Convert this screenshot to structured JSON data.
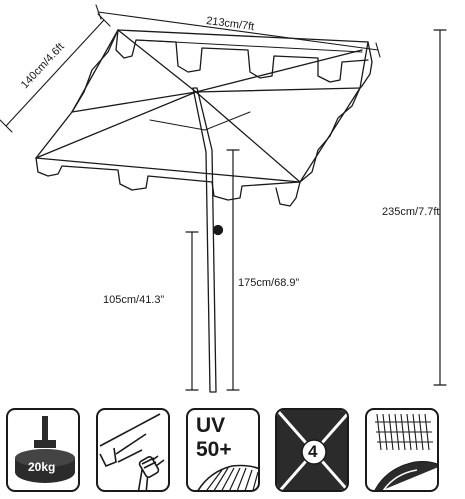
{
  "dimensions": {
    "width": "213cm/7ft",
    "depth": "140cm/4.6ft",
    "total_height": "235cm/7.7ft",
    "canopy_clearance": "175cm/68.9”",
    "tilt_height": "105cm/41.3”"
  },
  "features": {
    "base_weight": "20kg",
    "uv_line1": "UV",
    "uv_line2": "50+",
    "ribs_count": "4"
  },
  "colors": {
    "ink": "#1a1a1a",
    "base_fill": "#2b2b2b"
  }
}
